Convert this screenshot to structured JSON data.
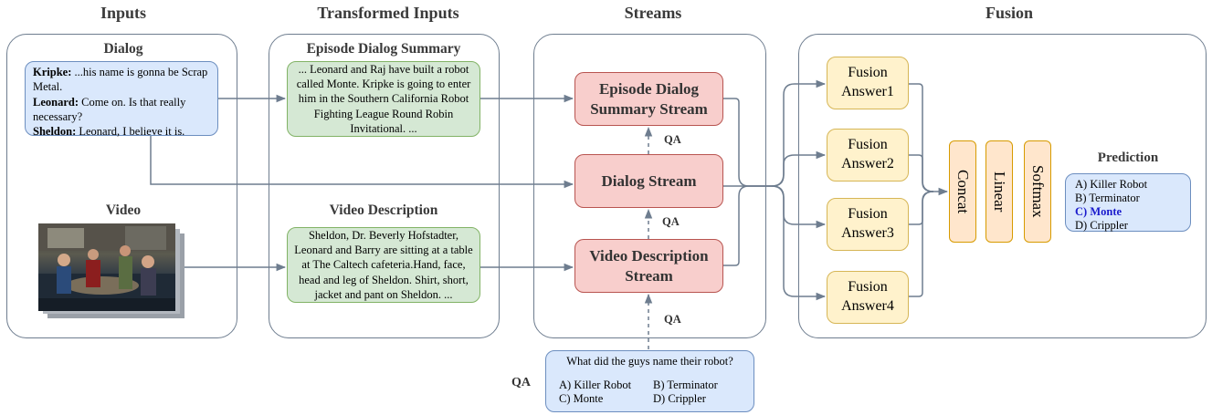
{
  "columns": {
    "inputs": "Inputs",
    "transformed": "Transformed Inputs",
    "streams": "Streams",
    "fusion": "Fusion"
  },
  "inputs": {
    "dialog_title": "Dialog",
    "dialog_lines": [
      {
        "speaker": "Kripke:",
        "text": " ...his name is gonna be Scrap Metal."
      },
      {
        "speaker": "Leonard:",
        "text": " Come on. Is that really necessary?"
      },
      {
        "speaker": "Sheldon:",
        "text": " Leonard, I believe it is."
      }
    ],
    "video_title": "Video"
  },
  "transformed": {
    "summary_title": "Episode Dialog Summary",
    "summary_text": "... Leonard and Raj have built a robot called Monte. Kripke is going to enter him in the Southern California Robot Fighting League Round Robin Invitational. ...",
    "video_desc_title": "Video Description",
    "video_desc_text": "Sheldon, Dr. Beverly Hofstadter, Leonard and Barry are sitting at a table at The Caltech cafeteria.Hand, face, head and leg of Sheldon. Shirt, short, jacket and pant on Sheldon.  ..."
  },
  "streams": {
    "summary_stream": "Episode Dialog Summary Stream",
    "dialog_stream": "Dialog Stream",
    "video_stream": "Video Description Stream",
    "qa_labels": [
      "QA",
      "QA",
      "QA"
    ]
  },
  "qa": {
    "label": "QA",
    "question": "What did the guys name their robot?",
    "options": [
      "A) Killer Robot",
      "B) Terminator",
      "C) Monte",
      "D) Crippler"
    ]
  },
  "fusion": {
    "answers": [
      "Fusion Answer1",
      "Fusion Answer2",
      "Fusion Answer3",
      "Fusion Answer4"
    ],
    "layers": [
      "Concat",
      "Linear",
      "Softmax"
    ],
    "prediction_title": "Prediction",
    "prediction_options": [
      "A) Killer Robot",
      "B) Terminator",
      "C) Monte",
      "D) Crippler"
    ],
    "highlight_color": "#1a1acc"
  },
  "colors": {
    "arrow": "#6e7d8f",
    "blue_fill": "#dae8fc",
    "green_fill": "#d5e8d4",
    "red_fill": "#f8cecc",
    "yellow_fill": "#fff2cc",
    "orange_fill": "#ffe6cc"
  }
}
